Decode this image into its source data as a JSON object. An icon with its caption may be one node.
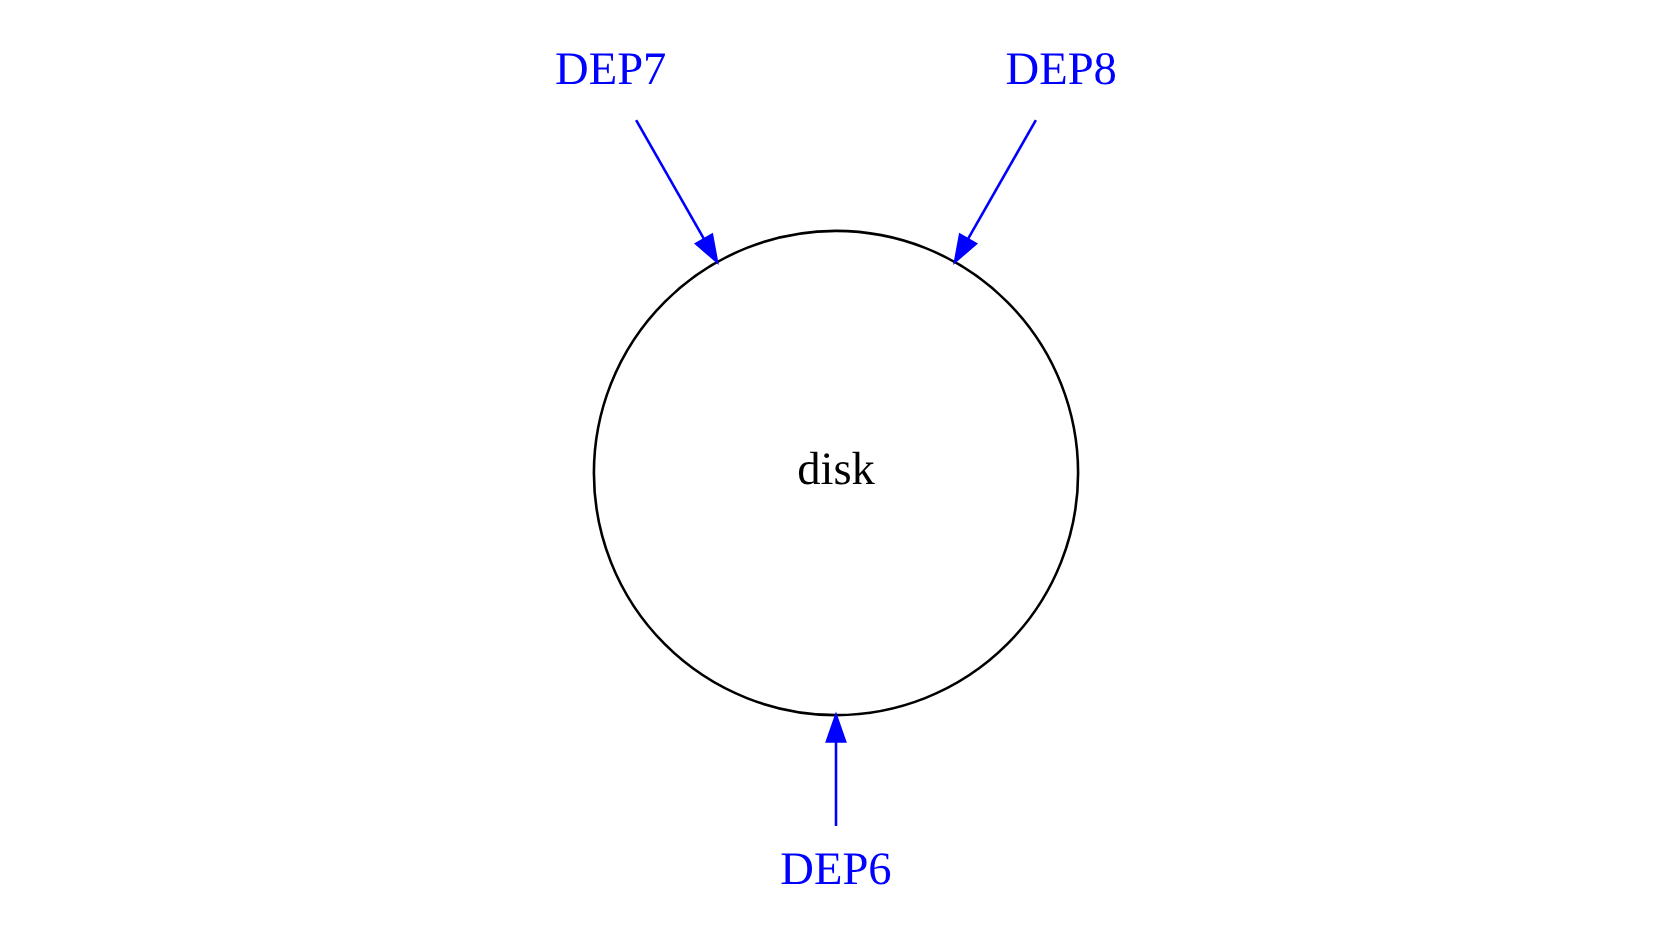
{
  "diagram": {
    "nodes": [
      {
        "text": [
          "DEP7"
        ]
      },
      {
        "text": [
          "DEP8"
        ]
      },
      {
        "text": [
          "disk"
        ]
      },
      {
        "text": [
          "DEP6"
        ]
      }
    ],
    "edges": [
      {
        "from": 0,
        "to": 2,
        "arrow": "to"
      },
      {
        "from": 1,
        "to": 2,
        "arrow": "to"
      },
      {
        "from": 3,
        "to": 2,
        "arrow": "to"
      }
    ]
  }
}
